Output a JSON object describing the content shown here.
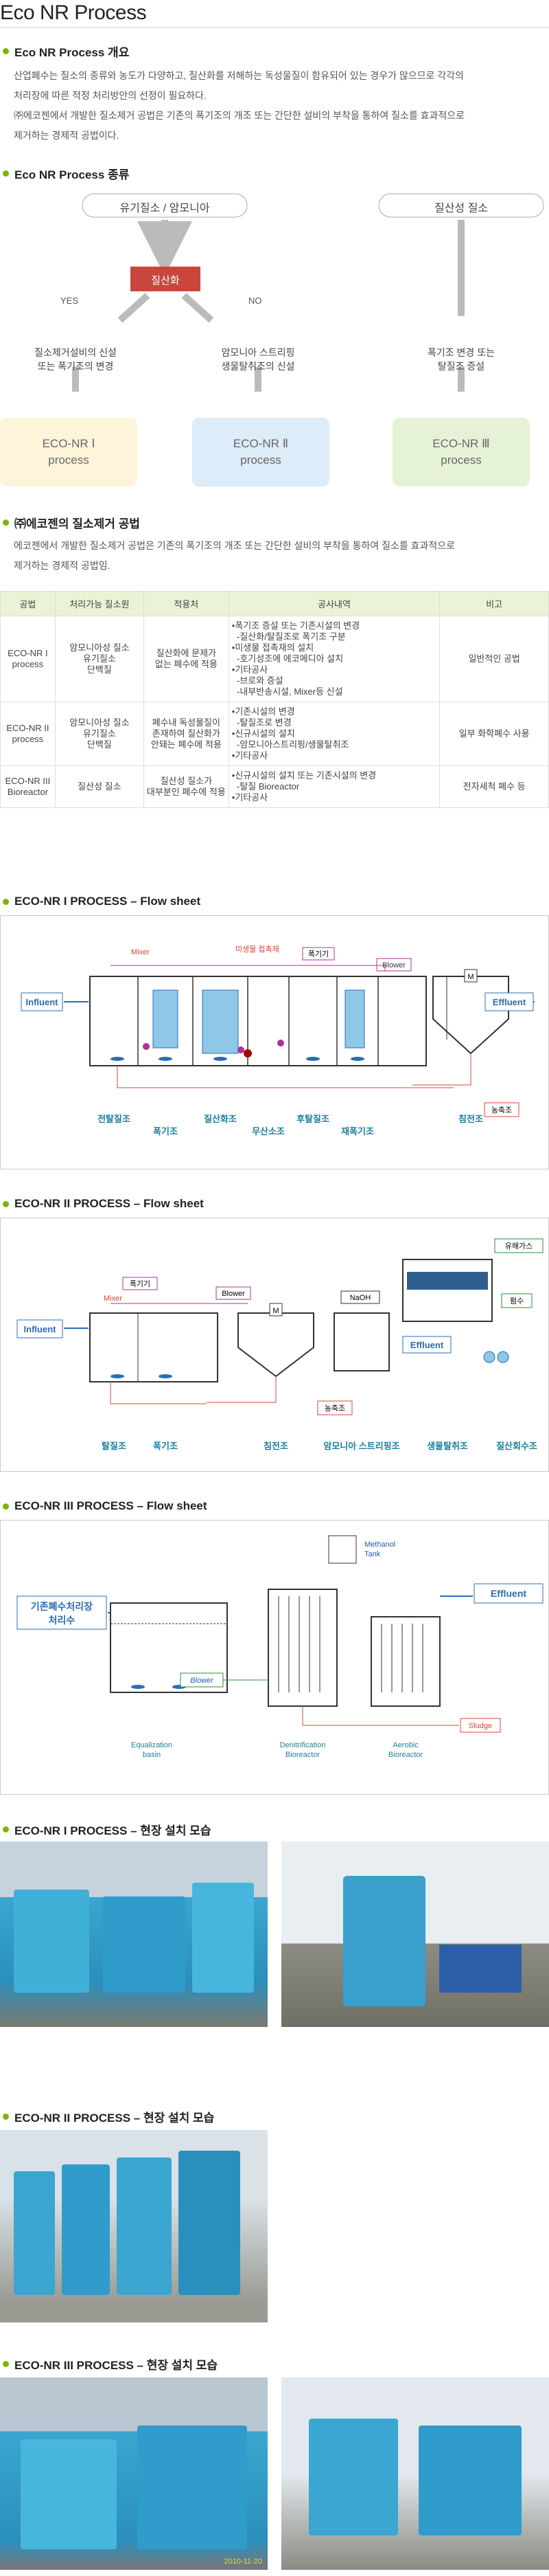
{
  "page": {
    "title": "Eco NR Process"
  },
  "overview": {
    "heading": "Eco NR Process 개요",
    "p1": "산업폐수는 질소의 종류와 농도가 다양하고, 질산화를 저해하는 독성물질이 함유되어 있는 경우가 많으므로 각각의",
    "p2": "처리장에 따른 적정 처리방안의 선정이 필요하다.",
    "p3": "㈜에코젠에서 개발한 질소제거 공법은 기존의 폭기조의 개조 또는 간단한 설비의 부착을 통하여 질소를 효과적으로",
    "p4": "제거하는 경제적 공법이다."
  },
  "types": {
    "heading": "Eco NR Process 종류",
    "top_left": "유기질소 / 암모니아",
    "top_right": "질산성 질소",
    "nitrify": "질산화",
    "yes": "YES",
    "no": "NO",
    "desc1a": "질소제거설비의 신설",
    "desc1b": "또는 폭기조의 변경",
    "desc2a": "암모니아 스트리핑",
    "desc2b": "생물탈취조의 신설",
    "desc3a": "폭기조 변경 또는",
    "desc3b": "탈질조 증설",
    "box1a": "ECO-NR Ⅰ",
    "box1b": "process",
    "box2a": "ECO-NR Ⅱ",
    "box2b": "process",
    "box3a": "ECO-NR Ⅲ",
    "box3b": "process"
  },
  "method": {
    "heading": "㈜에코젠의 질소제거 공법",
    "p1": "에코젠에서 개발한 질소제거 공법은 기존의 폭기조의 개조 또는 간단한 설비의 부착을 통하여 질소를 효과적으로",
    "p2": "제거하는 경제적 공법임.",
    "headers": [
      "공법",
      "처리가능 질소원",
      "적용처",
      "공사내역",
      "비고"
    ],
    "rows": [
      {
        "c1": [
          "ECO-NR I",
          "process"
        ],
        "c2": [
          "암모니아성 질소",
          "유기질소",
          "단백질"
        ],
        "c3": [
          "질산화에 문제가",
          "없는 폐수에 적용"
        ],
        "c4": [
          "•폭기조 증설 또는 기존시설의 변경",
          "  -질산화/탈질조로 폭기조 구분",
          "•미생물 접촉재의 설치",
          "  -호기성조에 에코메디아 설치",
          "•기타공사",
          "  -브로와 증설",
          "  -내부반송시설, Mixer등 신설"
        ],
        "c5": [
          "일반적인 공법"
        ]
      },
      {
        "c1": [
          "ECO-NR II",
          "process"
        ],
        "c2": [
          "암모니아성 질소",
          "유기질소",
          "단백질"
        ],
        "c3": [
          "폐수내 독성물질이",
          "존재하여 질산화가",
          "안돼는 폐수에 적용"
        ],
        "c4": [
          "•기존시설의 변경",
          "  -탈질조로 변경",
          "•신규시설의 설치",
          "  -암모니아스트리핑/생물탈취조",
          "•기타공사"
        ],
        "c5": [
          "일부 화학폐수 사용"
        ]
      },
      {
        "c1": [
          "ECO-NR III",
          "Bioreactor"
        ],
        "c2": [
          "질산성 질소"
        ],
        "c3": [
          "질산성 질소가",
          "대부분인 폐수에 적용"
        ],
        "c4": [
          "•신규시설의 설치 또는 기존시설의 변경",
          "  -탈질 Bioreactor",
          "•기타공사"
        ],
        "c5": [
          "전자세척 폐수 등"
        ]
      }
    ]
  },
  "flow1": {
    "heading": "ECO-NR I PROCESS – Flow sheet",
    "influent": "Influent",
    "effluent": "Effluent",
    "mixer": "Mixer",
    "media": "미생물 접촉재",
    "aerator": "폭기기",
    "blower": "Blower",
    "sludge": "농축조",
    "m": "M",
    "labels": [
      "전탈질조",
      "폭기조",
      "질산화조",
      "무산소조",
      "후탈질조",
      "재폭기조",
      "침전조"
    ]
  },
  "flow2": {
    "heading": "ECO-NR II PROCESS – Flow sheet",
    "influent": "Influent",
    "effluent": "Effluent",
    "mixer": "Mixer",
    "aerator": "폭기기",
    "blower": "Blower",
    "naoh": "NaOH",
    "gas": "유해가스",
    "pump": "펌수",
    "sludge": "농축조",
    "m": "M",
    "labels": [
      "탈질조",
      "폭기조",
      "침전조",
      "암모니아 스트리핑조",
      "생물탈취조",
      "질산회수조"
    ]
  },
  "flow3": {
    "heading": "ECO-NR III PROCESS – Flow sheet",
    "influent_a": "기존폐수처리장",
    "influent_b": "처리수",
    "effluent": "Effluent",
    "methanol": "Methanol",
    "tank": "Tank",
    "blower": "Blower",
    "sludge": "Sludge",
    "lab1a": "Equalization",
    "lab1b": "basin",
    "lab2a": "Denitrification",
    "lab2b": "Bioreactor",
    "lab3a": "Aerobic",
    "lab3b": "Bioreactor"
  },
  "photos1": {
    "heading": "ECO-NR I PROCESS – 현장 설치 모습"
  },
  "photos2": {
    "heading": "ECO-NR II PROCESS – 현장 설치 모습"
  },
  "photos3": {
    "heading": "ECO-NR III PROCESS – 현장 설치 모습",
    "stamp": "2010-11-20"
  },
  "colors": {
    "accent": "#7ab800",
    "red": "#d9534f",
    "teal": "#1a7f9c",
    "blue": "#1f5ea8",
    "sky": "#5bb4d8"
  }
}
